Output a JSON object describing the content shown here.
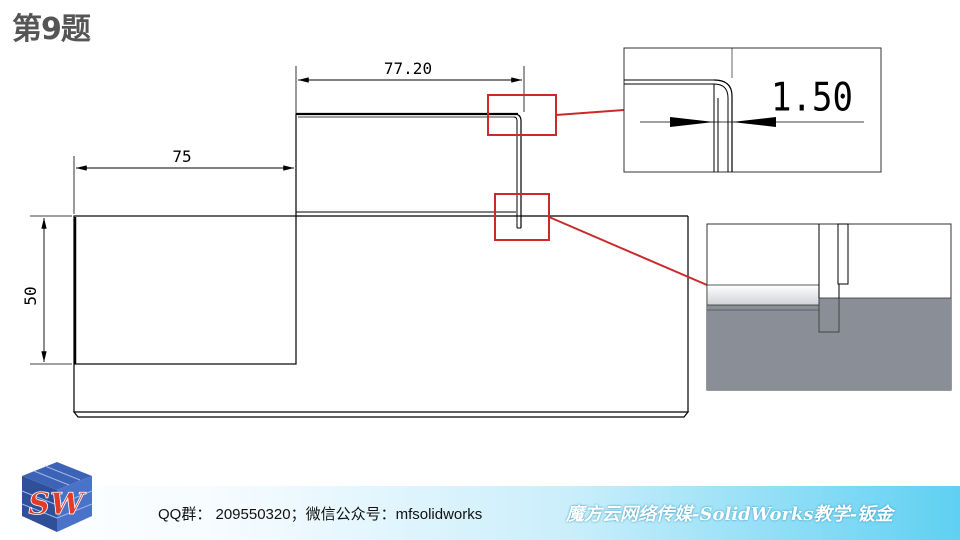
{
  "title": "第9题",
  "dimensions": {
    "top_width": "77.20",
    "left_width": "75",
    "height": "50",
    "thickness": "1.50"
  },
  "footer": {
    "contact": "QQ群： 209550320；微信公众号：mfsolidworks",
    "slogan": "魔方云网络传媒-SolidWorks教学-钣金"
  },
  "logo": {
    "letters": "SW"
  },
  "colors": {
    "callout": "#cc2a2a",
    "detail_fill": "#8a8e96",
    "footer_accent": "#5fd0f2"
  }
}
